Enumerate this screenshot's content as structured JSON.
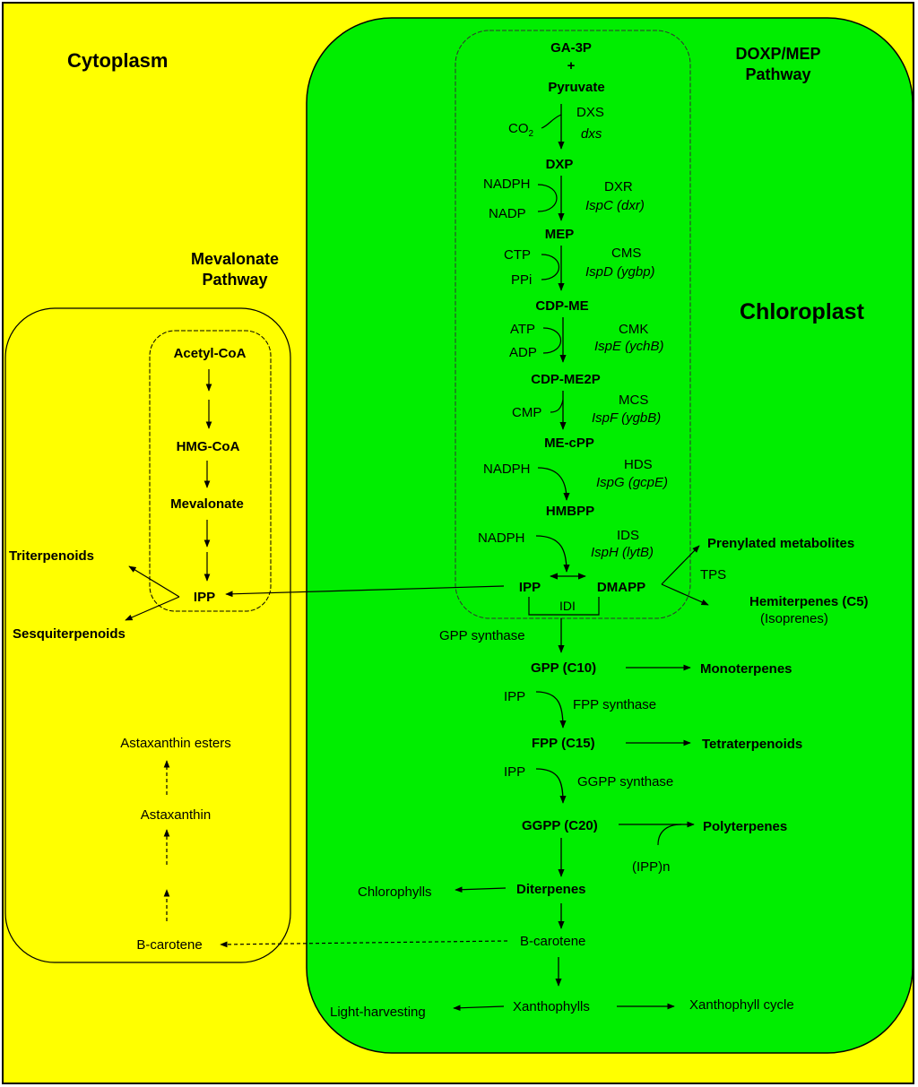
{
  "colors": {
    "background": "#ffff00",
    "chloroplast": "#00ee00",
    "line": "#000000"
  },
  "regions": {
    "cytoplasm": "Cytoplasm",
    "chloroplast": "Chloroplast",
    "mep_title": [
      "DOXP/MEP",
      "Pathway"
    ],
    "mva_title": [
      "Mevalonate",
      "Pathway"
    ]
  },
  "mep": {
    "ga3p": "GA-3P",
    "plus": "+",
    "pyruvate": "Pyruvate",
    "co2": "CO",
    "co2_sub": "2",
    "dxs_enzyme": "DXS",
    "dxs_gene": "dxs",
    "dxp": "DXP",
    "nadph1": "NADPH",
    "nadp": "NADP",
    "dxr_enzyme": "DXR",
    "dxr_gene": "IspC (dxr)",
    "mep": "MEP",
    "ctp": "CTP",
    "ppi": "PPi",
    "cms_enzyme": "CMS",
    "cms_gene": "IspD (ygbp)",
    "cdpme": "CDP-ME",
    "atp": "ATP",
    "adp": "ADP",
    "cmk_enzyme": "CMK",
    "cmk_gene": "IspE (ychB)",
    "cdpme2p": "CDP-ME2P",
    "cmp": "CMP",
    "mcs_enzyme": "MCS",
    "mcs_gene": "IspF (ygbB)",
    "mecpp": "ME-cPP",
    "nadph2": "NADPH",
    "hds_enzyme": "HDS",
    "hds_gene": "IspG (gcpE)",
    "hmbpp": "HMBPP",
    "nadph3": "NADPH",
    "ids_enzyme": "IDS",
    "ids_gene": "IspH (lytB)",
    "ipp": "IPP",
    "dmapp": "DMAPP",
    "idi": "IDI"
  },
  "dmapp_products": {
    "prenylated": "Prenylated metabolites",
    "tps": "TPS",
    "hemiterpenes": "Hemiterpenes (C5)",
    "isoprenes": "(Isoprenes)"
  },
  "downstream": {
    "gpp_synthase": "GPP synthase",
    "gpp": "GPP (C10)",
    "monoterpenes": "Monoterpenes",
    "ipp_a": "IPP",
    "fpp_synthase": "FPP synthase",
    "fpp": "FPP (C15)",
    "tetraterpenoids": "Tetraterpenoids",
    "ipp_b": "IPP",
    "ggpp_synthase": "GGPP synthase",
    "ggpp": "GGPP (C20)",
    "polyterpenes": "Polyterpenes",
    "ippn": "(IPP)n",
    "diterpenes": "Diterpenes",
    "chlorophylls": "Chlorophylls",
    "bcarotene": "B-carotene",
    "xanthophylls": "Xanthophylls",
    "light_harvesting": "Light-harvesting",
    "xanthophyll_cycle": "Xanthophyll cycle"
  },
  "mva": {
    "acetylcoa": "Acetyl-CoA",
    "hmgcoa": "HMG-CoA",
    "mevalonate": "Mevalonate",
    "ipp": "IPP",
    "triterpenoids": "Triterpenoids",
    "sesquiterpenoids": "Sesquiterpenoids"
  },
  "astaxanthin": {
    "esters": "Astaxanthin esters",
    "astaxanthin": "Astaxanthin",
    "bcarotene": "B-carotene"
  }
}
